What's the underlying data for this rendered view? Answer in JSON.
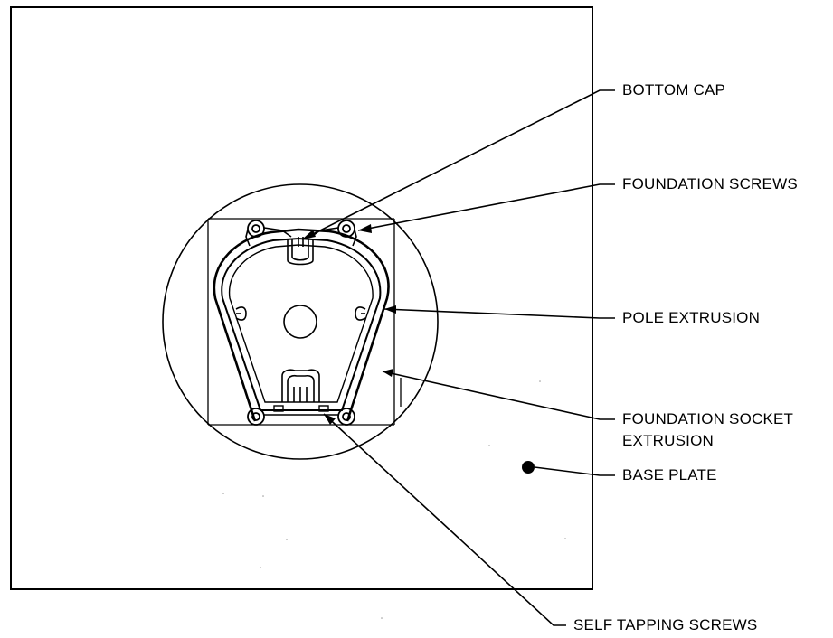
{
  "labels": {
    "bottom_cap": "BOTTOM CAP",
    "foundation_screws": "FOUNDATION SCREWS",
    "pole_extrusion": "POLE EXTRUSION",
    "foundation_socket_line1": "FOUNDATION SOCKET",
    "foundation_socket_line2": "EXTRUSION",
    "base_plate": "BASE PLATE",
    "self_tapping_screws": "SELF TAPPING SCREWS"
  },
  "colors": {
    "line": "#000000",
    "background": "#ffffff"
  }
}
